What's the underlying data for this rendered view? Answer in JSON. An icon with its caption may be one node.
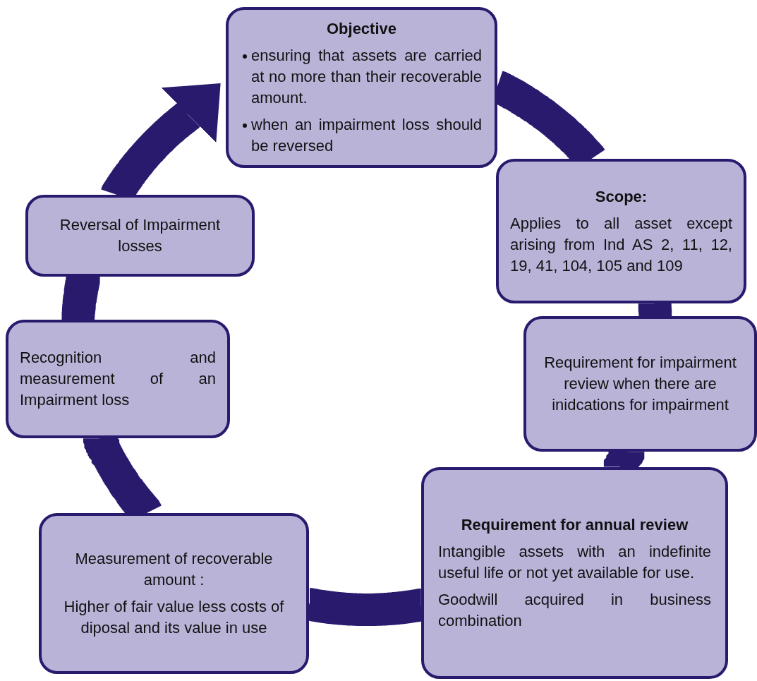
{
  "diagram": {
    "nodes": [
      {
        "text": [
          "Objective",
          "ensuring that assets are carried at no more than their recoverable amount.",
          "when an impairment loss should be reversed"
        ]
      },
      {
        "text": [
          "Scope:",
          "Applies to all asset except arising from Ind AS 2, 11, 12, 19, 41, 104, 105 and 109"
        ]
      },
      {
        "text": [
          "Requirement for impairment review when there are inidcations for impairment"
        ]
      },
      {
        "text": [
          "Requirement for annual review",
          "Intangible assets with an indefinite useful life or not yet available for use.",
          "Goodwill acquired in business combination"
        ]
      },
      {
        "text": [
          "Measurement of recoverable amount :",
          "Higher of fair value less costs of diposal and its value in use"
        ]
      },
      {
        "text": [
          "Recognition and measurement of an Impairment loss"
        ]
      },
      {
        "text": [
          "Reversal of Impairment losses"
        ]
      }
    ],
    "edges": [
      {
        "from": 0,
        "to": 1,
        "arrow": "none"
      },
      {
        "from": 1,
        "to": 2,
        "arrow": "none"
      },
      {
        "from": 2,
        "to": 3,
        "arrow": "none"
      },
      {
        "from": 3,
        "to": 4,
        "arrow": "none"
      },
      {
        "from": 4,
        "to": 5,
        "arrow": "none"
      },
      {
        "from": 5,
        "to": 6,
        "arrow": "none"
      },
      {
        "from": 6,
        "to": 0,
        "arrow": "to"
      }
    ]
  }
}
